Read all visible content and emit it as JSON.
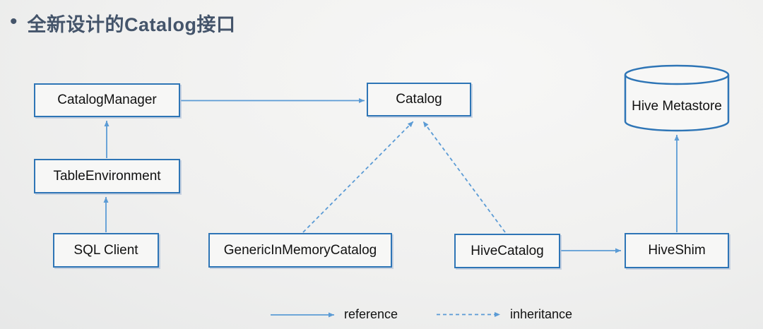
{
  "title": {
    "bullet": "•",
    "text": "全新设计的Catalog接口"
  },
  "nodes": {
    "catalog_manager": {
      "label": "CatalogManager"
    },
    "table_environment": {
      "label": "TableEnvironment"
    },
    "sql_client": {
      "label": "SQL Client"
    },
    "catalog": {
      "label": "Catalog"
    },
    "generic_in_memory_catalog": {
      "label": "GenericInMemoryCatalog"
    },
    "hive_catalog": {
      "label": "HiveCatalog"
    },
    "hive_shim": {
      "label": "HiveShim"
    },
    "hive_metastore": {
      "label": "Hive Metastore"
    }
  },
  "edges": [
    {
      "from": "CatalogManager",
      "to": "Catalog",
      "type": "reference"
    },
    {
      "from": "TableEnvironment",
      "to": "CatalogManager",
      "type": "reference"
    },
    {
      "from": "SQL Client",
      "to": "TableEnvironment",
      "type": "reference"
    },
    {
      "from": "GenericInMemoryCatalog",
      "to": "Catalog",
      "type": "inheritance"
    },
    {
      "from": "HiveCatalog",
      "to": "Catalog",
      "type": "inheritance"
    },
    {
      "from": "HiveCatalog",
      "to": "HiveShim",
      "type": "reference"
    },
    {
      "from": "HiveShim",
      "to": "Hive Metastore",
      "type": "reference"
    }
  ],
  "legend": {
    "reference_label": "reference",
    "inheritance_label": "inheritance"
  },
  "colors": {
    "title": "#44546a",
    "box_border": "#2e75b6",
    "arrow": "#5b9bd5",
    "box_fill": "#f7f7f6",
    "background": "#efefee"
  }
}
